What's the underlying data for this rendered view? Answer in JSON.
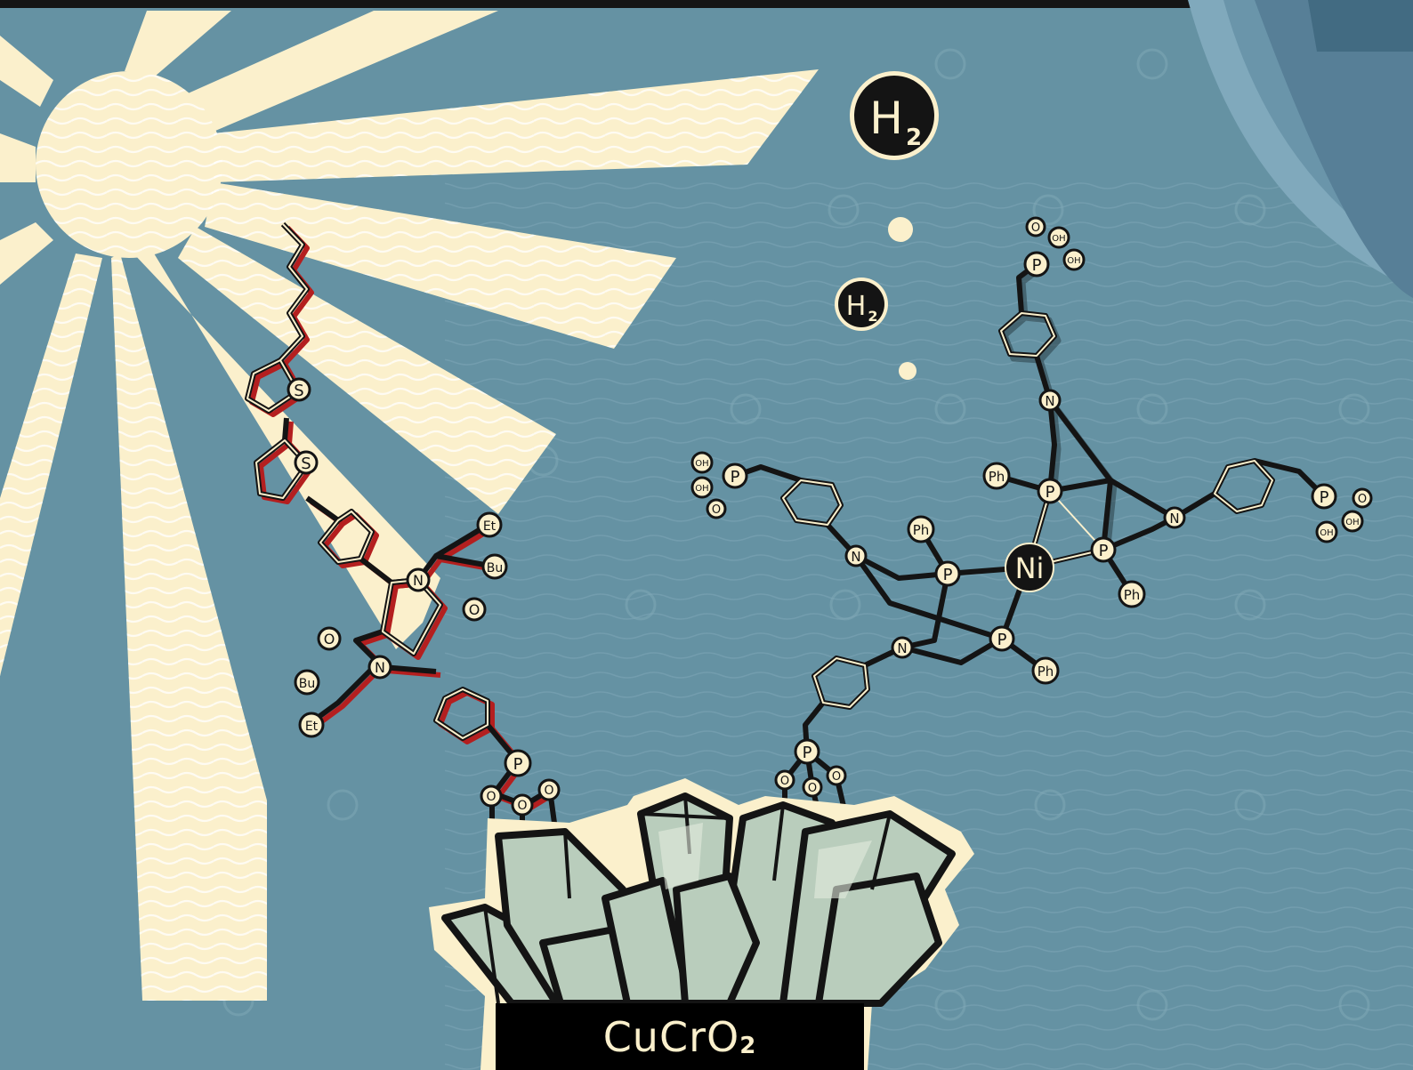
{
  "colors": {
    "background": "#6592a3",
    "sunlight": "#fbf0cc",
    "ink": "#141414",
    "dye_shadow": "#b41f1f",
    "crystal": "#b9cdbc"
  },
  "h2_labels": {
    "large": {
      "base": "H",
      "sub": "2"
    },
    "small": {
      "base": "H",
      "sub": "2"
    }
  },
  "dye_labels": {
    "thiophene_1": "S",
    "thiophene_2": "S",
    "ethyl_top": "Et",
    "butyl_top": "Bu",
    "nitrogen_top": "N",
    "oxygen_right": "O",
    "oxygen_left": "O",
    "nitrogen_bottom": "N",
    "butyl_bottom": "Bu",
    "ethyl_bottom": "Et",
    "phosphorus": "P",
    "anchor_o1": "O",
    "anchor_o2": "O",
    "anchor_o3": "O"
  },
  "catalyst_labels": {
    "nickel": "Ni",
    "p_upper_left": "P",
    "p_right": "P",
    "p_left": "P",
    "p_lower": "P",
    "ph_upper": "Ph",
    "ph_left": "Ph",
    "ph_right": "Ph",
    "ph_lower": "Ph",
    "n_top": "N",
    "n_left": "N",
    "n_right": "N",
    "n_lower": "N",
    "top_p": "P",
    "top_o": "O",
    "top_oh1": "OH",
    "top_oh2": "OH",
    "left_p": "P",
    "left_oh1": "OH",
    "left_oh2": "OH",
    "left_o": "O",
    "right_p": "P",
    "right_o": "O",
    "right_oh1": "OH",
    "right_oh2": "OH",
    "anchor_p": "P",
    "anchor_o1": "O",
    "anchor_o2": "O",
    "anchor_o3": "O"
  },
  "material": {
    "formula_base": "CuCrO",
    "formula_sub": "2"
  }
}
